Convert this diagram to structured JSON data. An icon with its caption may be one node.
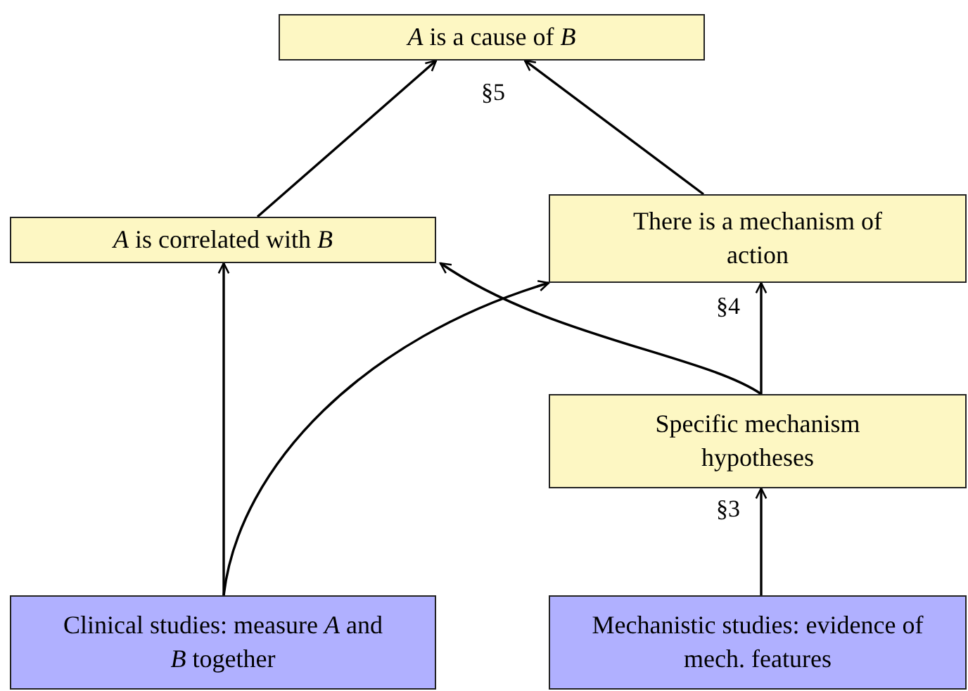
{
  "diagram": {
    "nodes": [
      {
        "text": [
          "*A* is a cause of *B*"
        ]
      },
      {
        "text": [
          "*A* is correlated with *B*"
        ]
      },
      {
        "text": [
          "There is a mechanism of action"
        ]
      },
      {
        "text": [
          "Specific mechanism hypotheses"
        ]
      },
      {
        "text": [
          "Clinical studies: measure *A* and *B* together"
        ]
      },
      {
        "text": [
          "Mechanistic studies: evidence of mech. features"
        ]
      }
    ],
    "edges": [
      {
        "from": 1,
        "to": 0,
        "arrow": "to"
      },
      {
        "from": 2,
        "to": 0,
        "arrow": "to"
      },
      {
        "from": 4,
        "to": 1,
        "arrow": "to"
      },
      {
        "from": 4,
        "to": 2,
        "arrow": "to"
      },
      {
        "from": 3,
        "to": 1,
        "arrow": "to"
      },
      {
        "from": 3,
        "to": 2,
        "arrow": "to"
      },
      {
        "from": 5,
        "to": 3,
        "arrow": "to"
      }
    ],
    "labels": [
      "§5",
      "§4",
      "§3"
    ]
  }
}
